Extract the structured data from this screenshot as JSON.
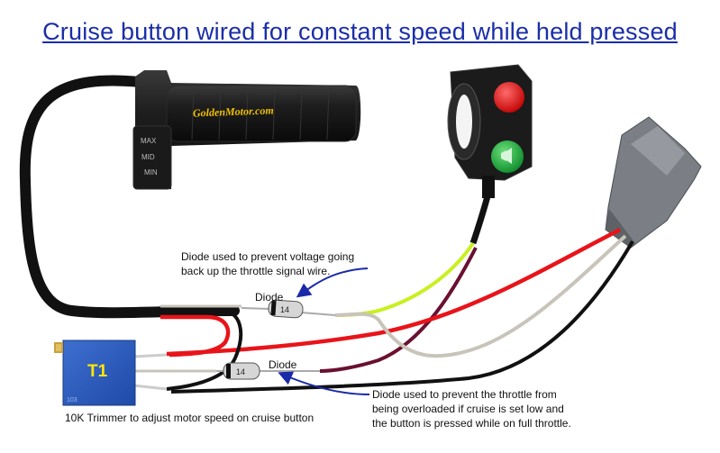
{
  "title": "Cruise button wired for constant speed while held pressed",
  "throttle": {
    "brand": "GoldenMotor.com",
    "scale": [
      "MAX",
      "MID",
      "MIN"
    ]
  },
  "trimmer": {
    "label": "T1"
  },
  "annotations": {
    "diode_top_note": [
      "Diode used to prevent voltage going",
      "back up the throttle signal wire."
    ],
    "diode_top_label": "Diode",
    "diode_bottom_label": "Diode",
    "diode_bottom_note": [
      "Diode used to prevent the throttle from",
      "being overloaded if cruise is set low and",
      "the button is pressed while on full throttle."
    ],
    "trimmer_note": "10K Trimmer to adjust motor speed on cruise button"
  },
  "wire_colors": {
    "red": "#e8141a",
    "black": "#111111",
    "grey": "#c8c4ba",
    "green_yellow": "#c8f020",
    "maroon": "#6a1030",
    "arrow": "#1a2aa8"
  }
}
